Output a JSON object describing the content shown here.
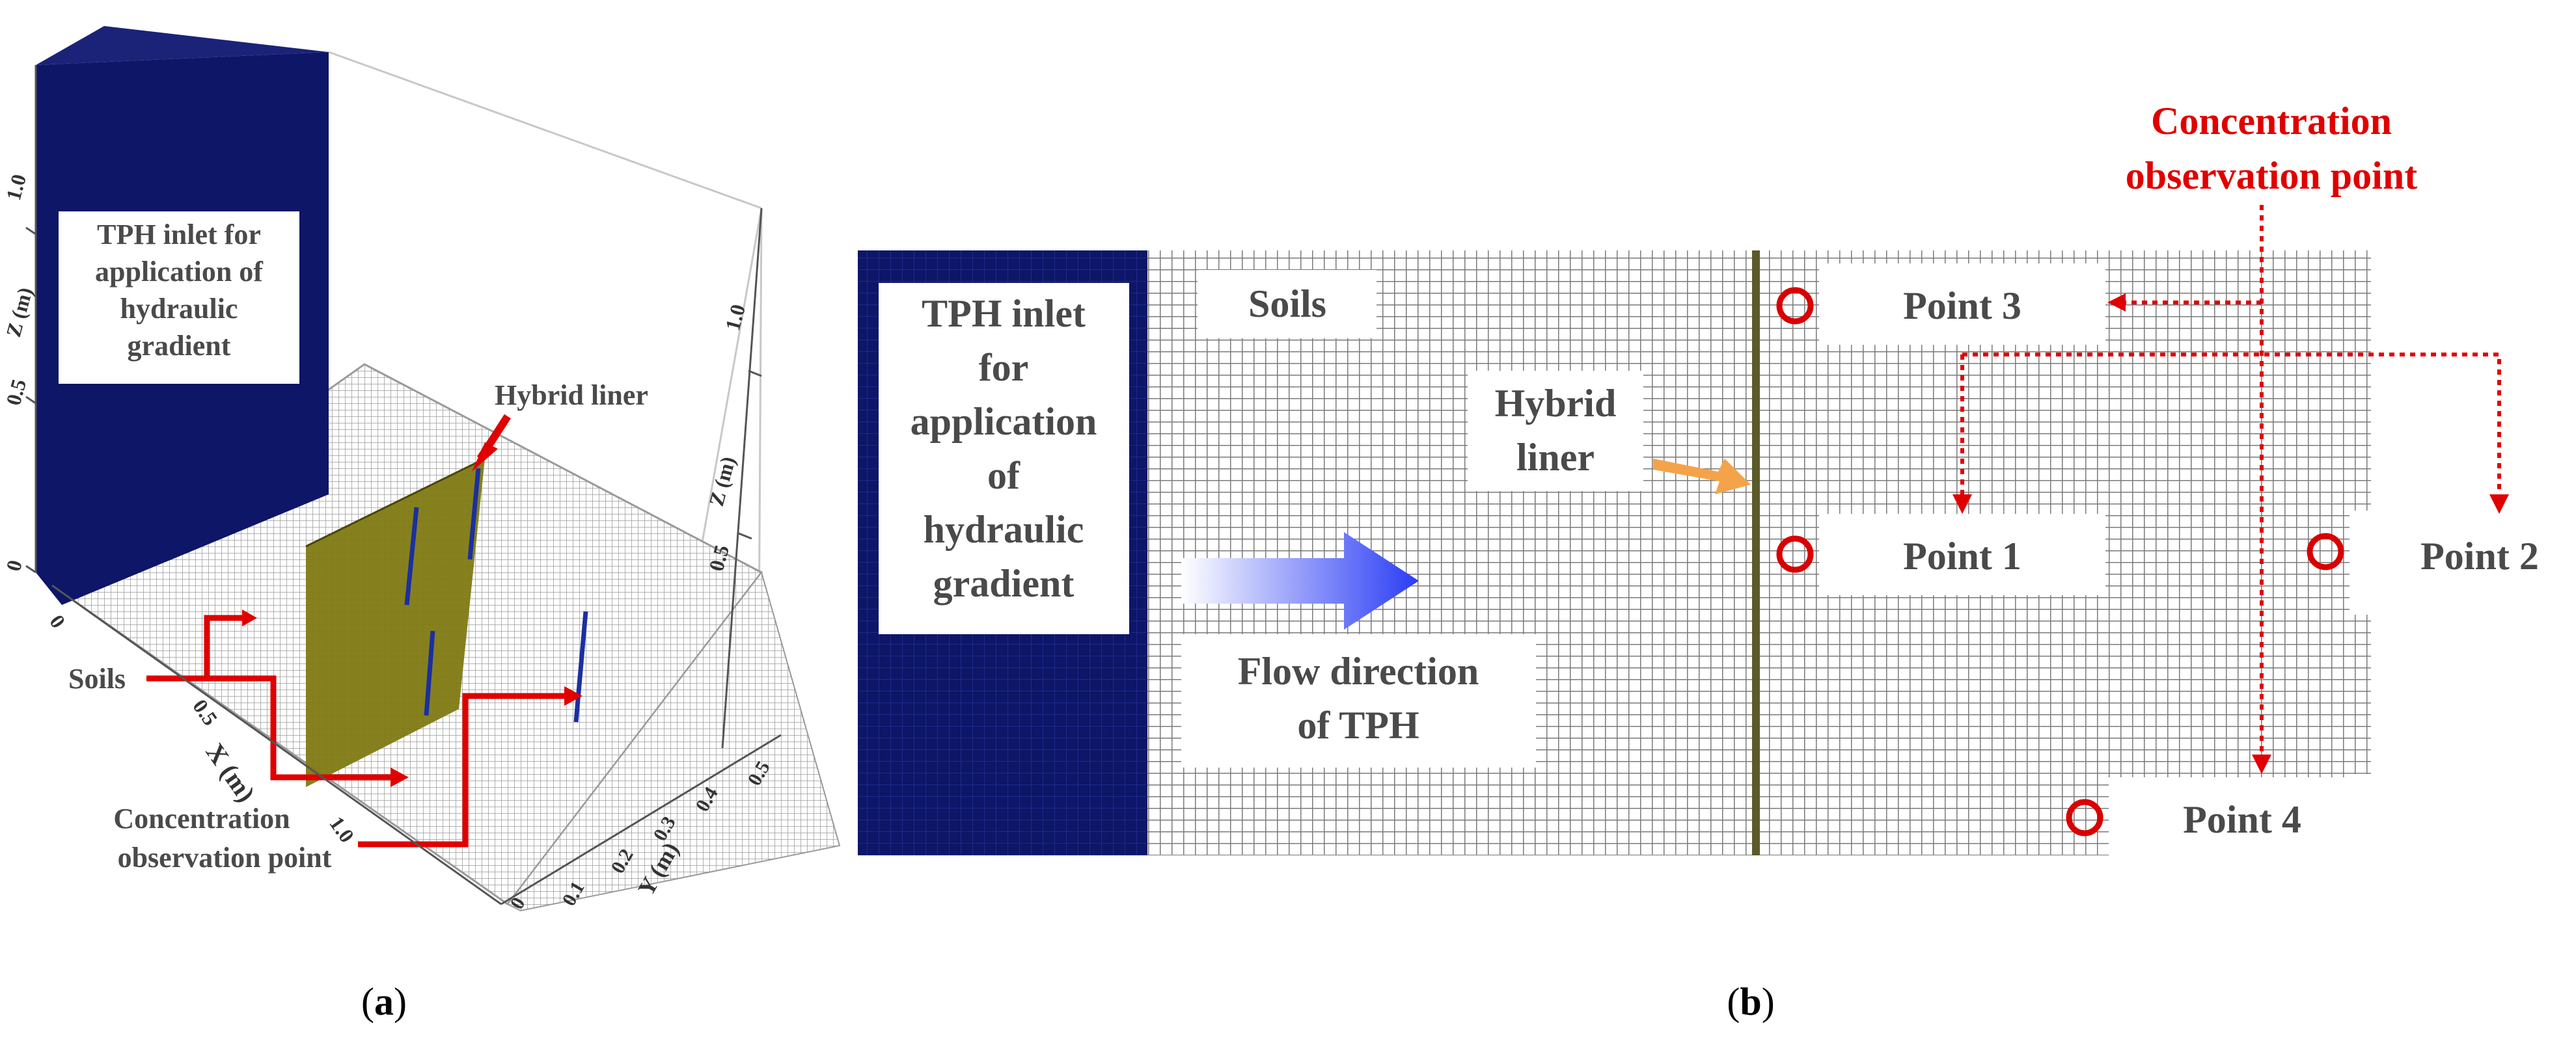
{
  "panel_a": {
    "caption_open": "(",
    "caption_letter": "a",
    "caption_close": ")",
    "inlet_label": [
      "TPH inlet for",
      "application of",
      "hydraulic",
      "gradient"
    ],
    "hybrid_liner_label": "Hybrid liner",
    "soils_label": "Soils",
    "obs_label": [
      "Concentration",
      "observation point"
    ],
    "z_axis_left": {
      "name": "Z (m)",
      "ticks": [
        "0",
        "0.5",
        "1.0"
      ]
    },
    "z_axis_right": {
      "name": "Z (m)",
      "ticks": [
        "0.5",
        "1.0"
      ]
    },
    "x_axis": {
      "name": "X (m)",
      "ticks": [
        "0",
        "0.5",
        "1.0"
      ]
    },
    "y_axis": {
      "name": "Y (m)",
      "ticks": [
        "0",
        "0.1",
        "0.2",
        "0.3",
        "0.4",
        "0.5"
      ]
    }
  },
  "panel_b": {
    "caption_open": "(",
    "caption_letter": "b",
    "caption_close": ")",
    "inlet_label": [
      "TPH inlet",
      "for",
      "application",
      "of",
      "hydraulic",
      "gradient"
    ],
    "soils_label": "Soils",
    "flow_label": [
      "Flow direction",
      "of TPH"
    ],
    "hybrid_label": [
      "Hybrid",
      "liner"
    ],
    "obs_label": [
      "Concentration",
      "observation point"
    ],
    "points": [
      "Point 3",
      "Point 1",
      "Point 2",
      "Point 4"
    ]
  },
  "colors": {
    "inlet_blue": "#0d1667",
    "liner_olive": "#7f7a12",
    "annotation_red": "#e00000",
    "grid_gray": "#7a7a7a",
    "flow_arrow_blue": "#2a3cf5",
    "hybrid_arrow_orange": "#f5a34a"
  }
}
